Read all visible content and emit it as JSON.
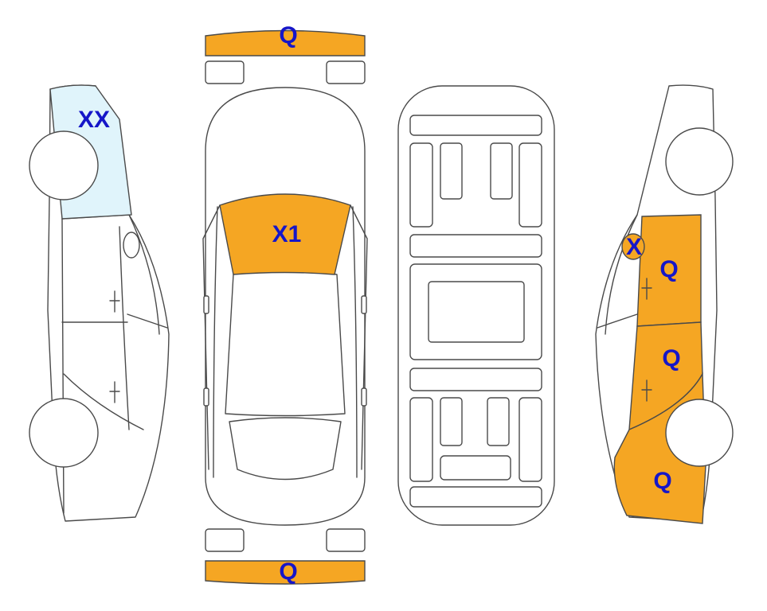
{
  "colors": {
    "damage_fill": "#f5a623",
    "glass_fill": "#e0f4fb",
    "label_color": "#1616c8",
    "outline": "#4a4a4a"
  },
  "views": {
    "front_bumper": {
      "label": "Q"
    },
    "rear_bumper": {
      "label": "Q"
    },
    "top_windshield": {
      "label": "X1"
    },
    "left_side_window": {
      "label": "XX"
    },
    "right_side_mirror": {
      "label": "X"
    },
    "right_front_door": {
      "label": "Q"
    },
    "right_rear_door": {
      "label": "Q"
    },
    "right_rear_quarter": {
      "label": "Q"
    }
  }
}
